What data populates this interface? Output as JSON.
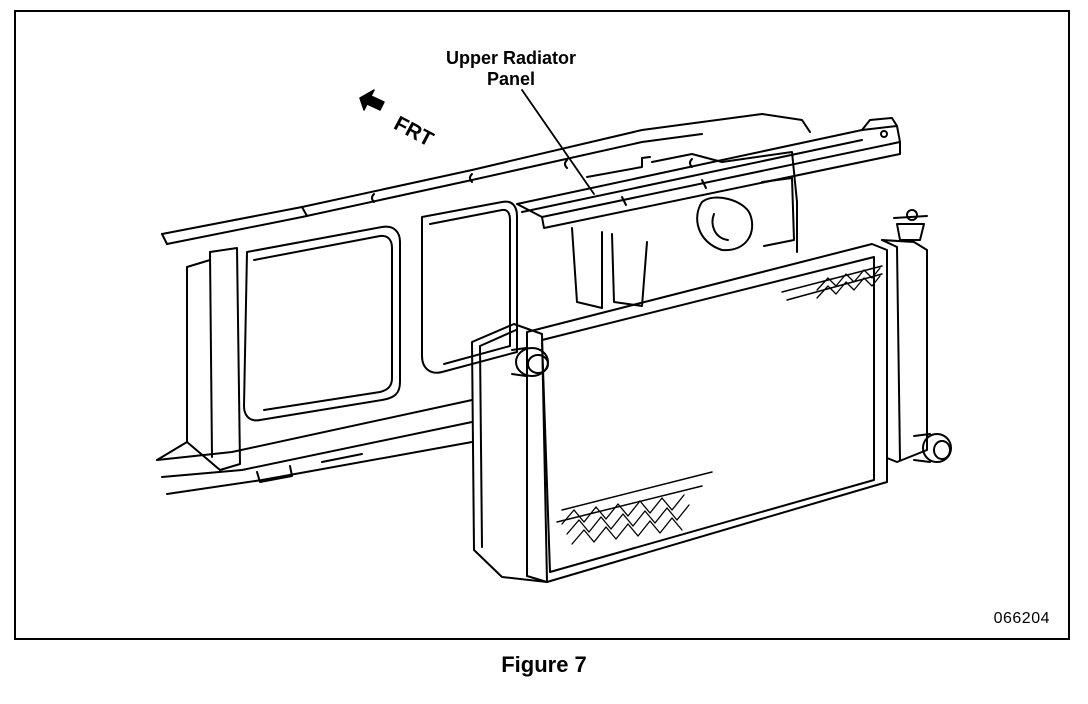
{
  "figure": {
    "callout_upper_panel_line1": "Upper Radiator",
    "callout_upper_panel_line2": "Panel",
    "direction_label": "FRT",
    "drawing_number": "066204",
    "caption": "Figure 7"
  }
}
